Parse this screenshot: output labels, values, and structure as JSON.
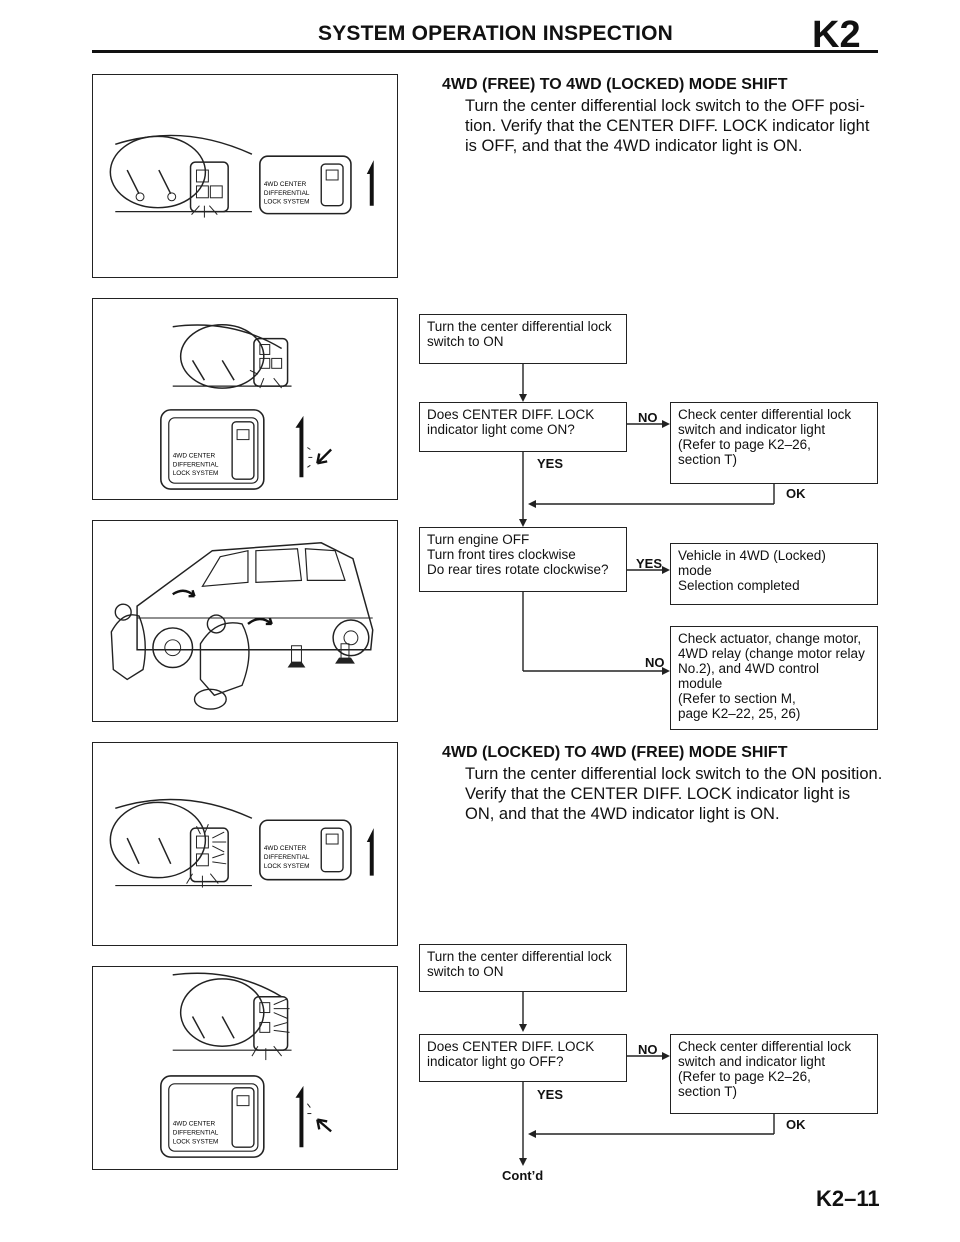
{
  "header": {
    "title": "SYSTEM OPERATION INSPECTION",
    "code": "K2"
  },
  "indicator_label": [
    "4WD CENTER",
    "DIFFERENTIAL",
    "LOCK SYSTEM"
  ],
  "section1": {
    "heading": "4WD (FREE) TO 4WD (LOCKED) MODE SHIFT",
    "lines": [
      "Turn the center differential lock switch to the OFF posi-",
      "tion. Verify that the CENTER DIFF. LOCK indicator light",
      "is OFF, and that the 4WD indicator light is ON."
    ]
  },
  "flow1": {
    "step1": [
      "Turn the center differential lock",
      "switch to ON"
    ],
    "q1": [
      "Does CENTER DIFF. LOCK",
      "indicator light come ON?"
    ],
    "q1_no": "NO",
    "q1_yes": "YES",
    "q1_no_action": [
      "Check center differential lock",
      "switch and indicator light",
      "(Refer to page K2–26,",
      "section T)"
    ],
    "ok": "OK",
    "q2": [
      "Turn engine OFF",
      "Turn front tires clockwise",
      "Do rear tires rotate clockwise?"
    ],
    "q2_yes": "YES",
    "q2_yes_result": [
      "Vehicle in 4WD (Locked)",
      "mode",
      "Selection completed"
    ],
    "q2_no": "NO",
    "q2_no_action": [
      "Check actuator, change motor,",
      "4WD relay (change motor relay",
      "No.2), and 4WD control",
      "module",
      "(Refer to section M,",
      "page K2–22, 25, 26)"
    ]
  },
  "section2": {
    "heading": "4WD (LOCKED) TO 4WD (FREE) MODE SHIFT",
    "lines": [
      "Turn the center differential lock switch to the ON position.",
      "Verify that the CENTER DIFF. LOCK indicator light is",
      "ON, and that the 4WD indicator light is ON."
    ]
  },
  "flow2": {
    "step1": [
      "Turn the center differential lock",
      "switch to ON"
    ],
    "q1": [
      "Does CENTER DIFF. LOCK",
      "indicator light go OFF?"
    ],
    "q1_no": "NO",
    "q1_yes": "YES",
    "q1_no_action": [
      "Check center differential lock",
      "switch and indicator light",
      "(Refer to page K2–26,",
      "section T)"
    ],
    "ok": "OK",
    "contd": "Cont’d"
  },
  "footer": {
    "page": "K2–11"
  }
}
